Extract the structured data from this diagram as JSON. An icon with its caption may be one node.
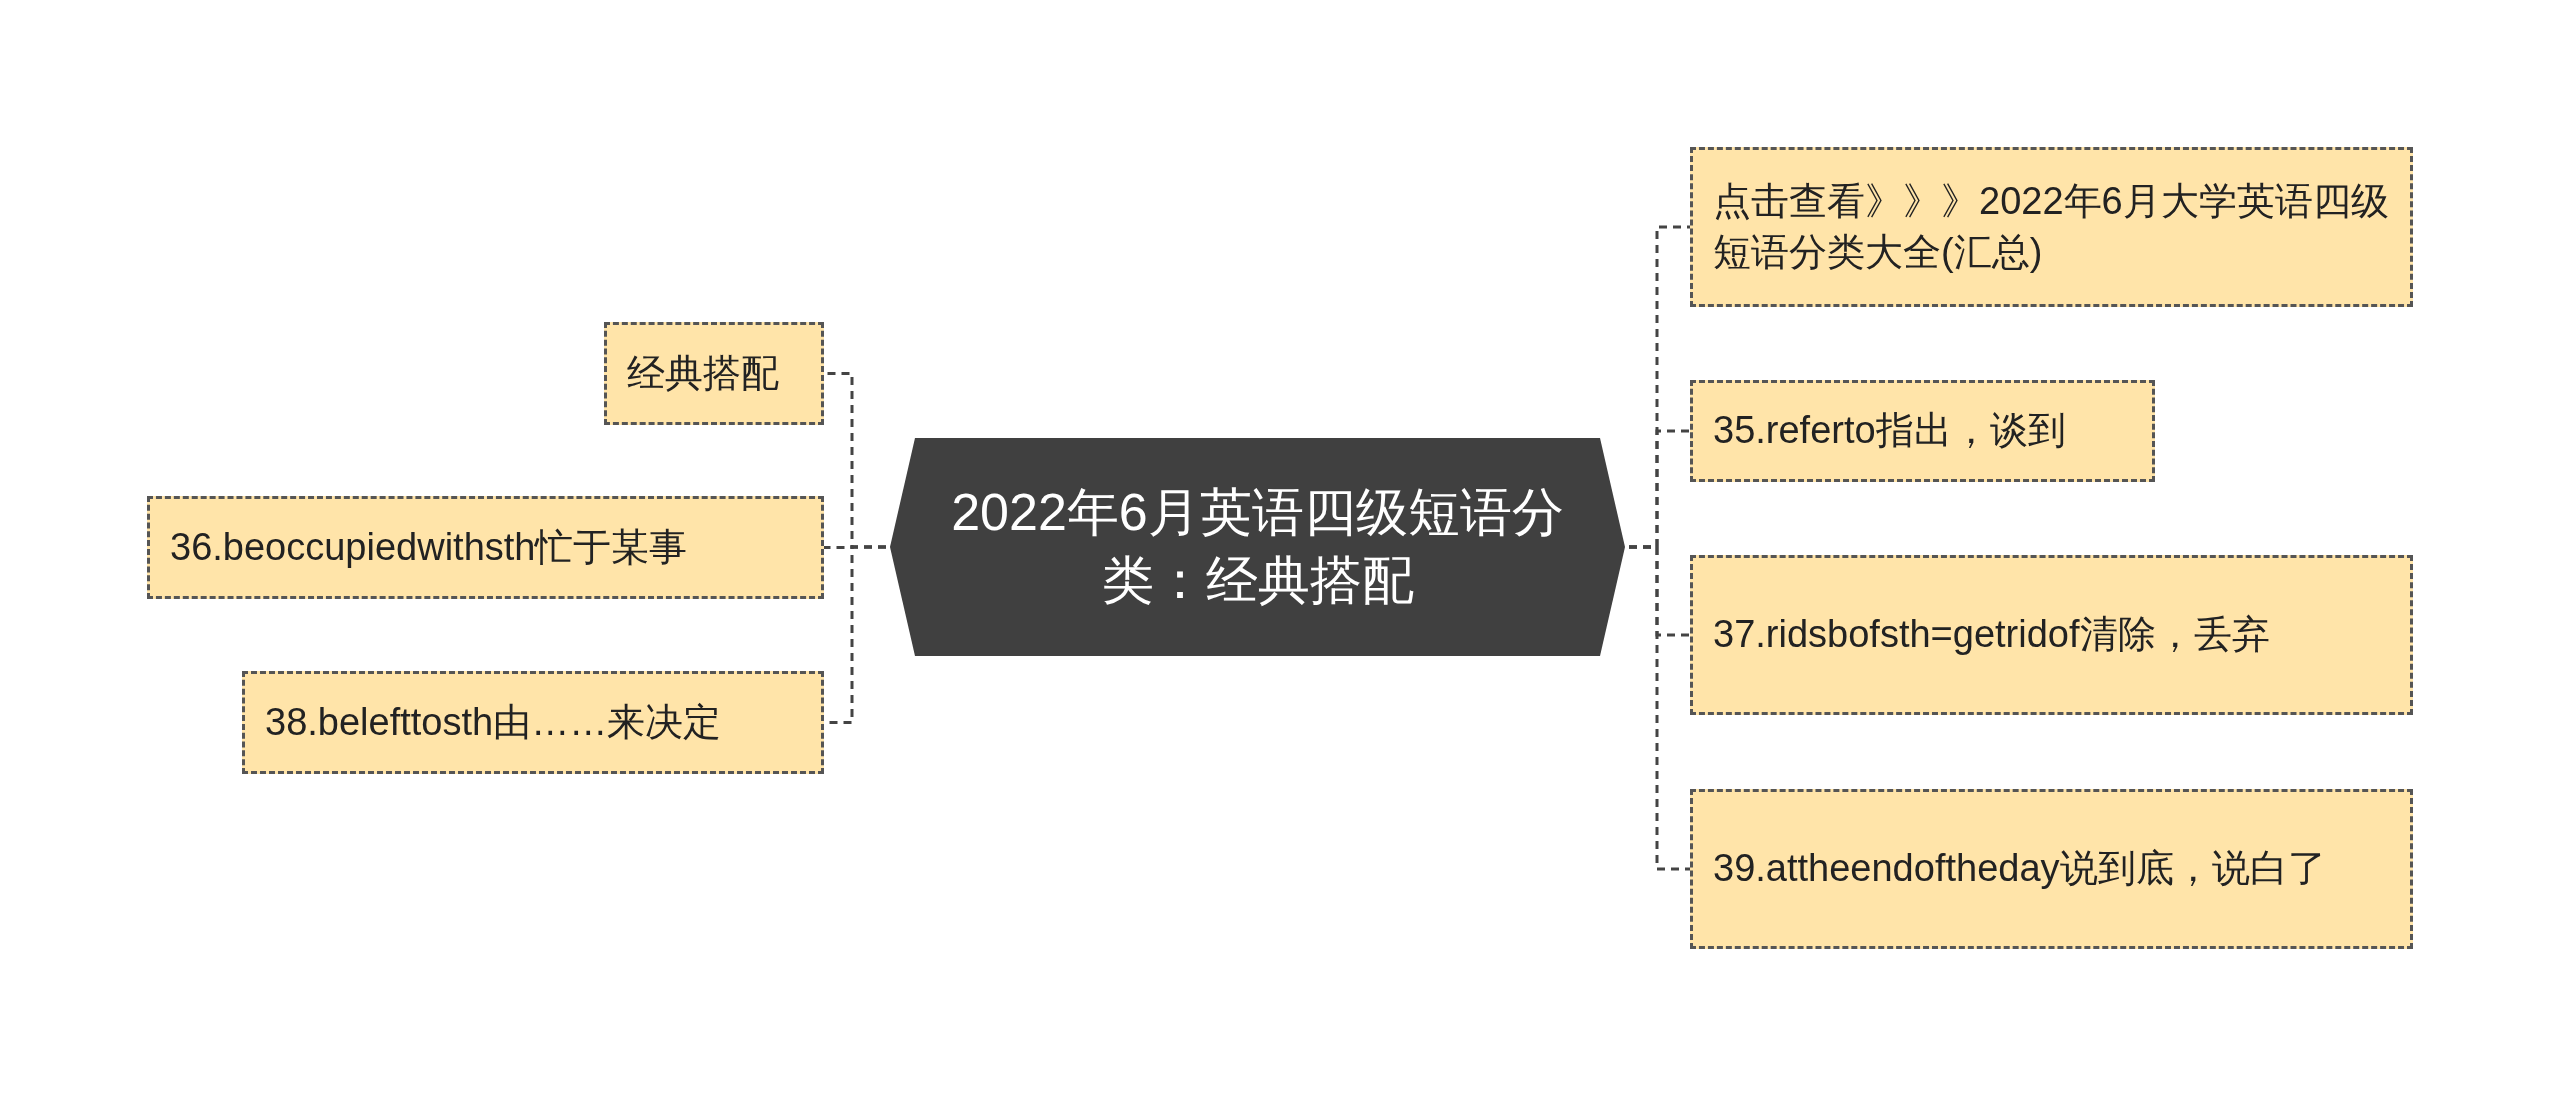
{
  "diagram": {
    "nodes": [
      {
        "text": [
          "2022年6月英语四级短语分类：经典搭配"
        ]
      },
      {
        "text": [
          "经典搭配"
        ]
      },
      {
        "text": [
          "36.beoccupiedwithsth忙于某事"
        ]
      },
      {
        "text": [
          "38.belefttosth由……来决定"
        ]
      },
      {
        "text": [
          "点击查看》》》2022年6月大学英语四级短语分类大全(汇总)"
        ]
      },
      {
        "text": [
          "35.referto指出，谈到"
        ]
      },
      {
        "text": [
          "37.ridsbofsth=getridof清除，丢弃"
        ]
      },
      {
        "text": [
          "39.attheendoftheday说到底，说白了"
        ]
      }
    ],
    "edges": [
      {
        "from": 0,
        "to": 1,
        "arrow": "none",
        "style": "dashed"
      },
      {
        "from": 0,
        "to": 2,
        "arrow": "none",
        "style": "dashed"
      },
      {
        "from": 0,
        "to": 3,
        "arrow": "none",
        "style": "dashed"
      },
      {
        "from": 0,
        "to": 4,
        "arrow": "none",
        "style": "dashed"
      },
      {
        "from": 0,
        "to": 5,
        "arrow": "none",
        "style": "dashed"
      },
      {
        "from": 0,
        "to": 6,
        "arrow": "none",
        "style": "dashed"
      },
      {
        "from": 0,
        "to": 7,
        "arrow": "none",
        "style": "dashed"
      }
    ]
  }
}
